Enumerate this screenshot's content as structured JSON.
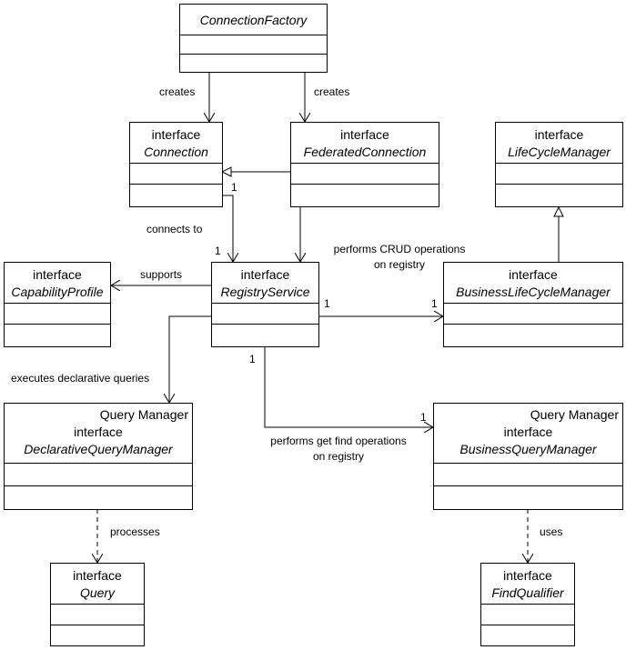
{
  "classes": {
    "connection_factory": {
      "name": "ConnectionFactory"
    },
    "connection": {
      "stereotype": "interface",
      "name": "Connection"
    },
    "federated_connection": {
      "stereotype": "interface",
      "name": "FederatedConnection"
    },
    "life_cycle_manager": {
      "stereotype": "interface",
      "name": "LifeCycleManager"
    },
    "capability_profile": {
      "stereotype": "interface",
      "name": "CapabilityProfile"
    },
    "registry_service": {
      "stereotype": "interface",
      "name": "RegistryService"
    },
    "business_life_cycle_manager": {
      "stereotype": "interface",
      "name": "BusinessLifeCycleManager"
    },
    "declarative_query_manager": {
      "top": "Query Manager",
      "stereotype": "interface",
      "name": "DeclarativeQueryManager"
    },
    "business_query_manager": {
      "top": "Query Manager",
      "stereotype": "interface",
      "name": "BusinessQueryManager"
    },
    "query": {
      "stereotype": "interface",
      "name": "Query"
    },
    "find_qualifier": {
      "stereotype": "interface",
      "name": "FindQualifier"
    }
  },
  "labels": {
    "creates_left": "creates",
    "creates_right": "creates",
    "connects_to": "connects to",
    "supports": "supports",
    "crud_line1": "performs CRUD operations",
    "crud_line2": "on registry",
    "executes": "executes declarative queries",
    "get_find_line1": "performs get find operations",
    "get_find_line2": "on registry",
    "processes": "processes",
    "uses": "uses"
  },
  "multiplicities": {
    "conn_source": "1",
    "conn_target": "1",
    "blcm_source": "1",
    "blcm_target": "1",
    "bqm_source": "1",
    "bqm_target": "1"
  }
}
